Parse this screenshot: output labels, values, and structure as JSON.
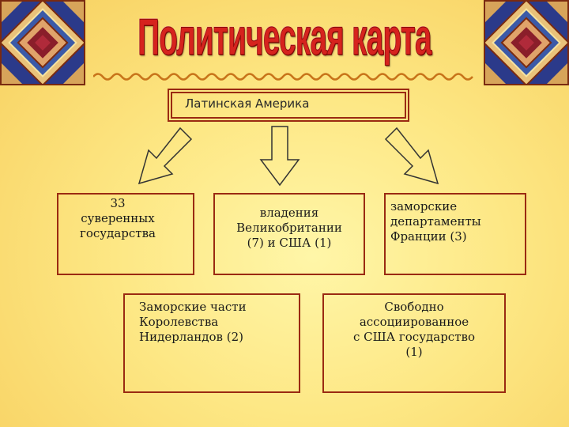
{
  "title": "Политическая карта",
  "header": {
    "label": "Латинская Америка"
  },
  "boxes": {
    "sovereign": {
      "line1": "33",
      "line2": "суверенных",
      "line3": "государства"
    },
    "possessions": {
      "line1": "владения",
      "line2": "Великобритании",
      "line3": "(7) и США (1)"
    },
    "departments": {
      "line1": "заморские",
      "line2": "департаменты",
      "line3": "Франции (3)"
    },
    "netherlands": {
      "line1": "Заморские части",
      "line2": "Королевства",
      "line3": "Нидерландов (2)"
    },
    "associated": {
      "line1": "Свободно",
      "line2": "ассоциированное",
      "line3": "с США государство",
      "line4": "(1)"
    }
  },
  "colors": {
    "border": "#9a2a12",
    "title": "#d6231e",
    "background": "#fde784"
  }
}
